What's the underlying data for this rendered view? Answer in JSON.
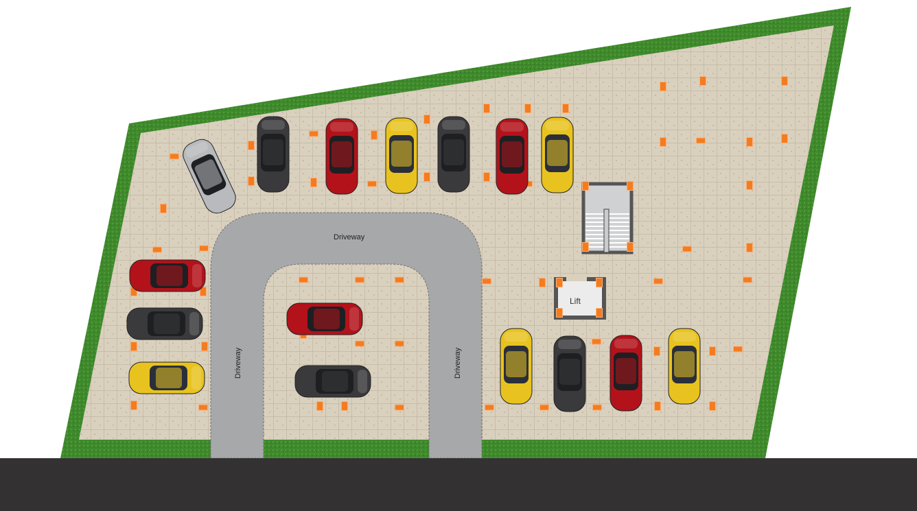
{
  "site_plan": {
    "labels": {
      "driveway_top": "Driveway",
      "driveway_left": "Driveway",
      "driveway_right": "Driveway",
      "lift": "Lift"
    },
    "colors": {
      "grass": "#3f8a2c",
      "paving": "#d9d0be",
      "driveway": "#a7a8aa",
      "pillar": "#f47c20",
      "road": "#333132",
      "car_red": "#b3121a",
      "car_yellow": "#e8c320",
      "car_dark": "#3a3a3c",
      "car_silver": "#b9babd"
    },
    "elements": [
      "staircase",
      "lift",
      "driveway",
      "parking-cars",
      "columns"
    ]
  }
}
